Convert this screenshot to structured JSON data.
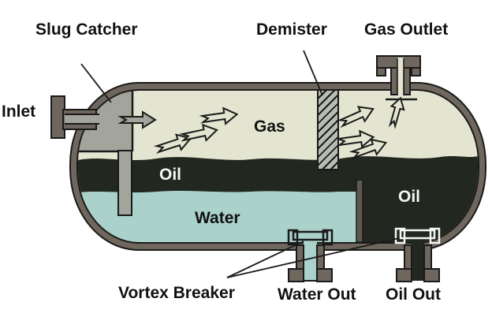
{
  "diagram": {
    "labels": {
      "inlet": "Inlet",
      "slug_catcher": "Slug Catcher",
      "demister": "Demister",
      "gas_outlet": "Gas Outlet",
      "gas": "Gas",
      "oil_upper": "Oil",
      "water": "Water",
      "oil_right": "Oil",
      "vortex_breaker": "Vortex Breaker",
      "water_out": "Water Out",
      "oil_out": "Oil Out"
    },
    "flow_arrows": {
      "gas_space_left_count": 3,
      "gas_space_right_count": 3,
      "inlet_arrow_count": 1,
      "outlet_up_arrow_count": 1
    },
    "colors": {
      "background": "#ffffff",
      "shell": "#6f675d",
      "outline": "#1a1a1a",
      "gas": "#e4e5d1",
      "oil": "#22271f",
      "water": "#aad2ca",
      "chamber": "#a3a59c",
      "weir": "#5d5952",
      "demister_fill": "#b7bdb3",
      "label_dark": "#111111",
      "label_light": "#f6f6f6"
    }
  }
}
